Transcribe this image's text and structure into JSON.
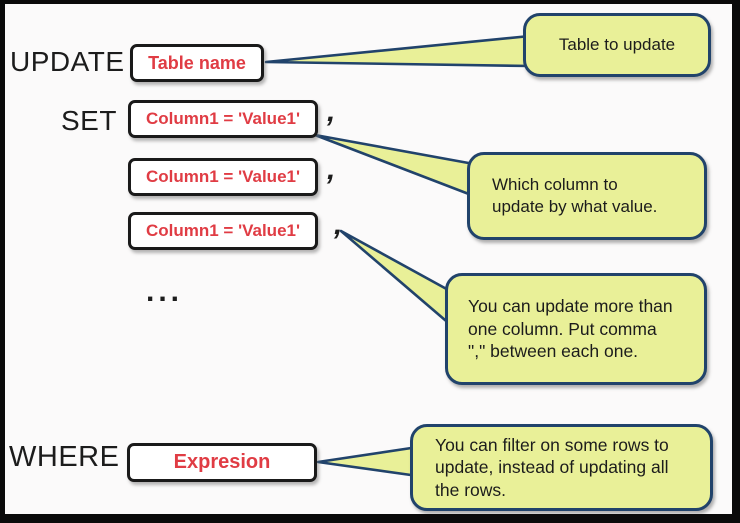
{
  "diagram": {
    "title_semantic": "SQL UPDATE statement syntax explanation",
    "keywords": {
      "update": "UPDATE",
      "set": "SET",
      "where": "WHERE"
    },
    "boxes": {
      "table_name": "Table name",
      "set_items": [
        "Column1 = 'Value1'",
        "Column1 = 'Value1'",
        "Column1 = 'Value1'"
      ],
      "expression": "Expresion"
    },
    "punctuation": {
      "comma": ",",
      "ellipsis": "..."
    },
    "callouts": [
      {
        "text": "Table to update"
      },
      {
        "text": "Which column to\nupdate by what value."
      },
      {
        "text": "You can update more than\none column. Put comma\n\",\" between each one."
      },
      {
        "text": "You can filter on some rows to\nupdate, instead of updating all\nthe rows."
      }
    ],
    "colors": {
      "callout_fill": "#e9f098",
      "callout_border": "#21436b",
      "box_text_red": "#e03c44",
      "box_border": "#1a1a1a",
      "keyword_text": "#1c1c1c",
      "frame": "#0a0a0a",
      "background": "#fbfafa"
    }
  }
}
